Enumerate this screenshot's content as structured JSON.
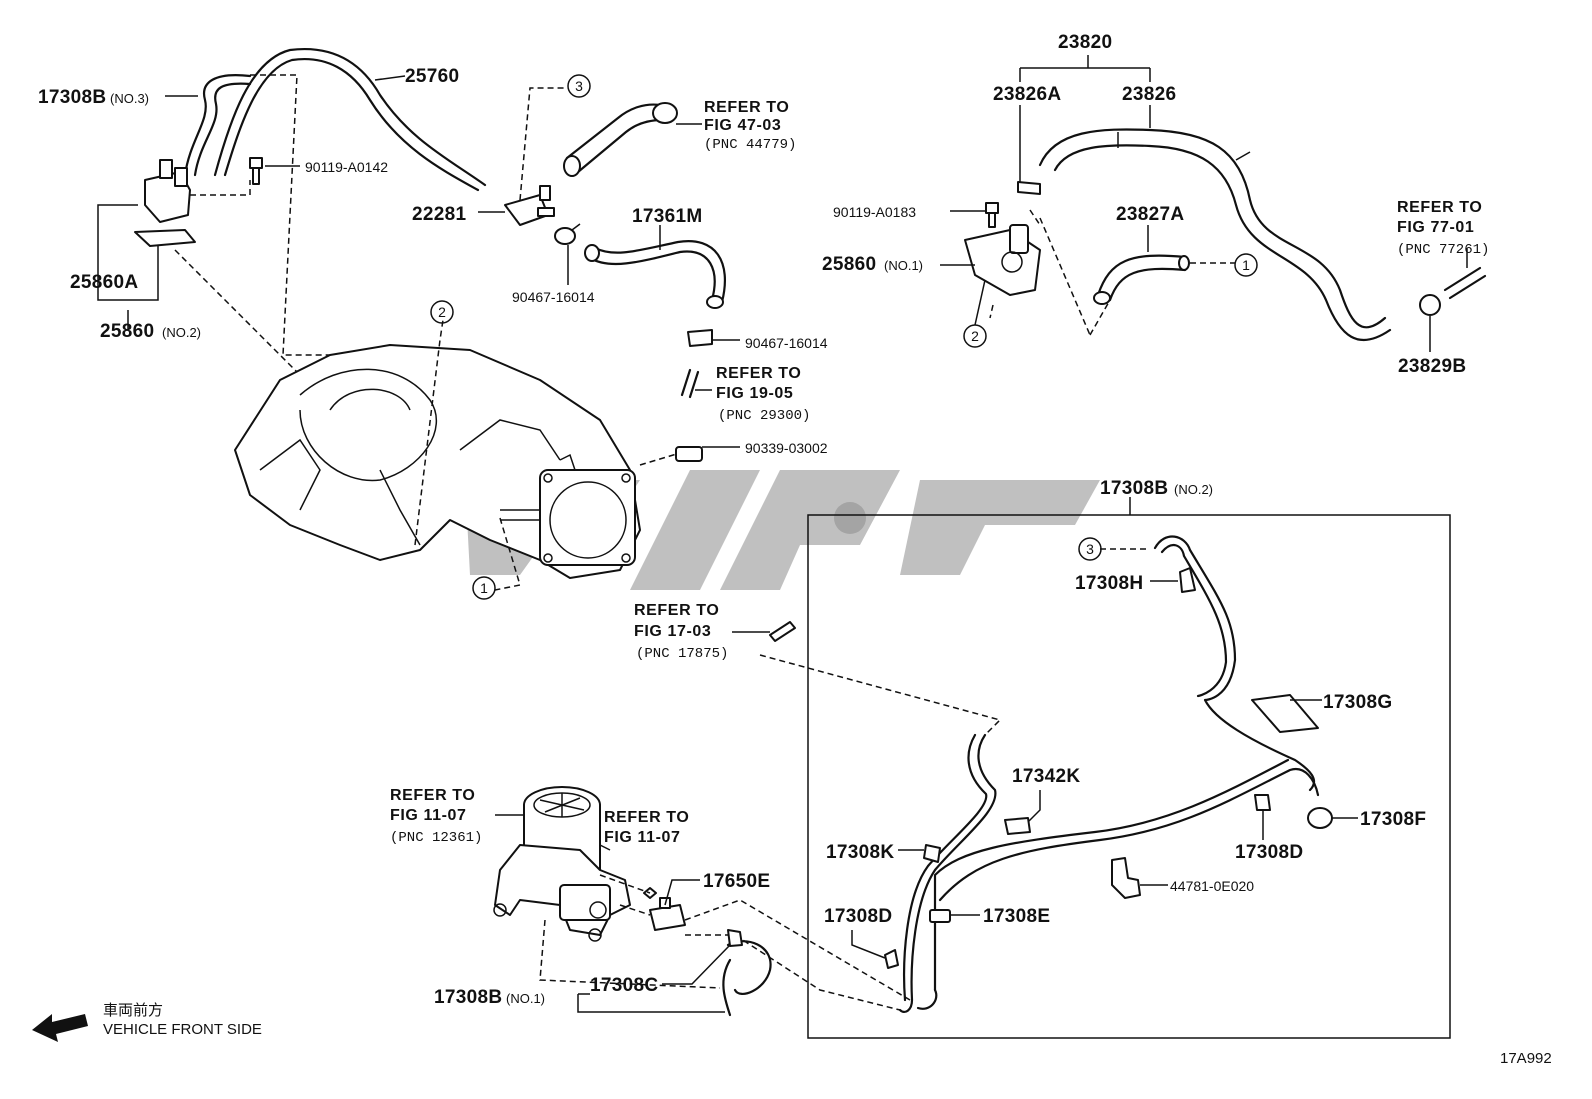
{
  "labels": {
    "p25760": "25760",
    "p17308b_no3": "17308B",
    "no3": "(NO.3)",
    "p90119_a0142": "90119-A0142",
    "p25860a": "25860A",
    "p25860_no2": "25860",
    "no2": "(NO.2)",
    "p22281": "22281",
    "p17361m": "17361M",
    "p90467_a": "90467-16014",
    "p90467_b": "90467-16014",
    "p90339": "90339-03002",
    "p23820": "23820",
    "p23826a": "23826A",
    "p23826": "23826",
    "p90119_a0183": "90119-A0183",
    "p23827a": "23827A",
    "p25860_no1": "25860",
    "no1a": "(NO.1)",
    "p23829b": "23829B",
    "p17308b_no2": "17308B",
    "no2b": "(NO.2)",
    "p17308h": "17308H",
    "p17308g": "17308G",
    "p17342k": "17342K",
    "p17308k": "17308K",
    "p17308f": "17308F",
    "p17308d_a": "17308D",
    "p44781": "44781-0E020",
    "p17308d_b": "17308D",
    "p17308e": "17308E",
    "p17650e": "17650E",
    "p17308c": "17308C",
    "p17308b_no1": "17308B",
    "no1b": "(NO.1)"
  },
  "refs": {
    "r4703": [
      "REFER TO",
      "FIG 47-03",
      "(PNC 44779)"
    ],
    "r1905": [
      "REFER TO",
      "FIG 19-05",
      "(PNC 29300)"
    ],
    "r7701": [
      "REFER TO",
      "FIG 77-01",
      "(PNC 77261)"
    ],
    "r1703": [
      "REFER TO",
      "FIG 17-03",
      "(PNC 17875)"
    ],
    "r1107a": [
      "REFER TO",
      "FIG 11-07",
      "(PNC 12361)"
    ],
    "r1107b": [
      "REFER TO",
      "FIG 11-07"
    ]
  },
  "circles": {
    "c3_top": "3",
    "c2_left": "2",
    "c1_left": "1",
    "c1_right": "1",
    "c2_right": "2",
    "c3_box": "3"
  },
  "direction": {
    "cn": "車両前方",
    "en": "VEHICLE FRONT SIDE",
    "icon": "arrow-left-icon"
  },
  "figure_code": "17A992"
}
